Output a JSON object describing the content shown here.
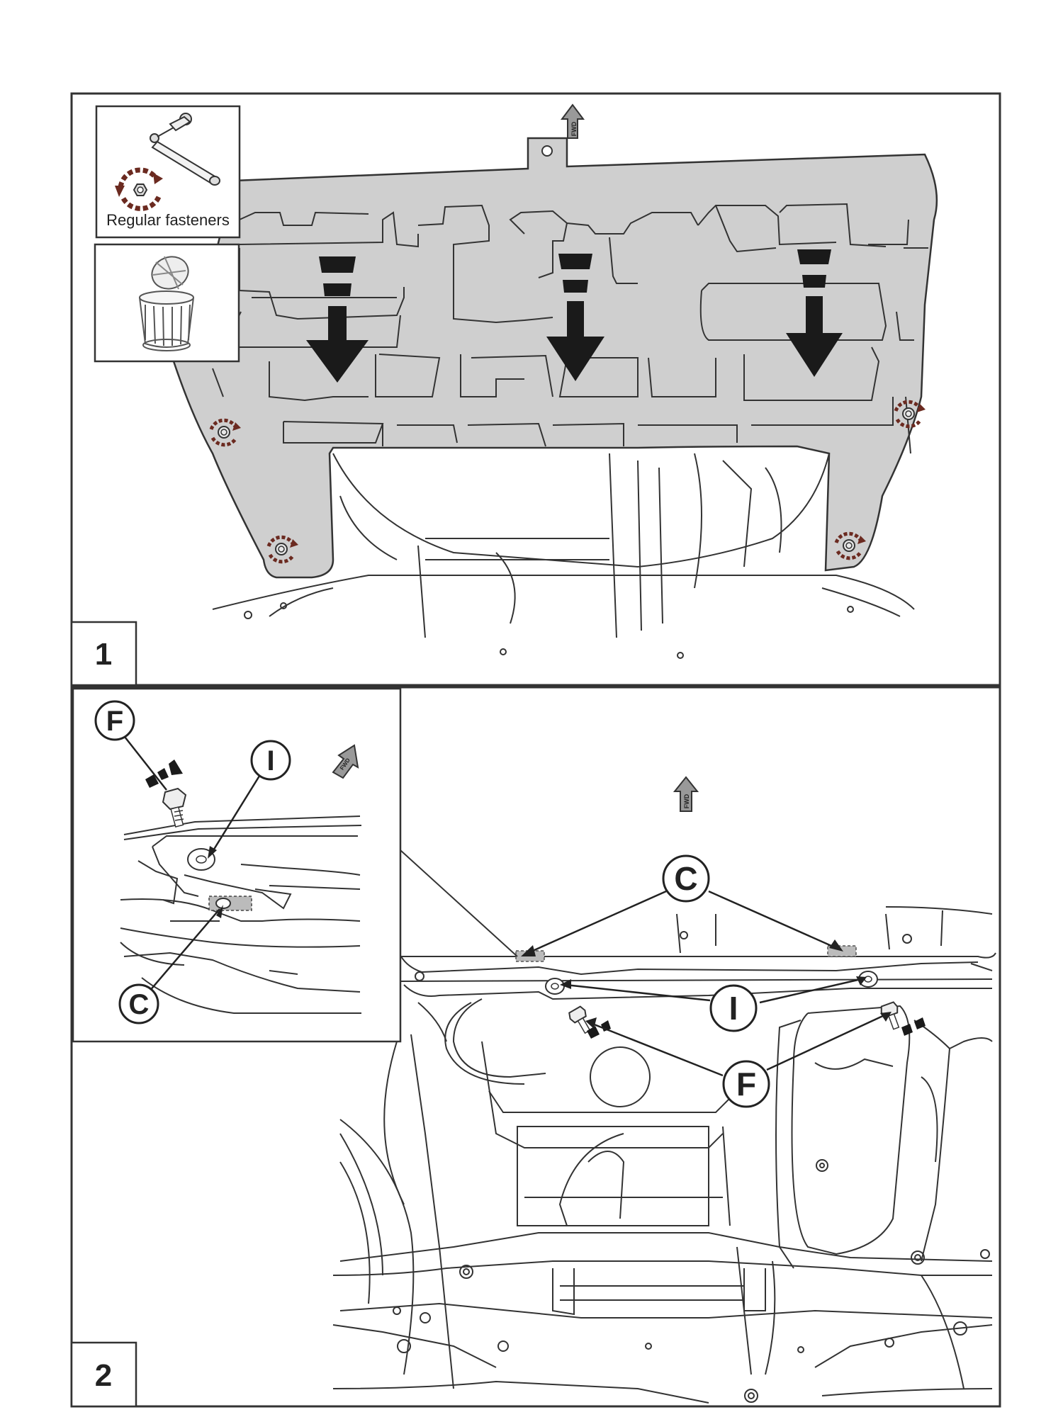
{
  "inset_fastener": {
    "caption": "Regular fasteners"
  },
  "panel1": {
    "step": "1",
    "fwd": "FWD"
  },
  "panel2": {
    "step": "2",
    "fwd": "FWD",
    "callout_f": "F",
    "callout_i": "I",
    "callout_c": "C"
  },
  "colors": {
    "panel_fill": "#cfcfcf",
    "line": "#333333",
    "arrow": "#1a1a1a",
    "rotate_marker": "#6b2a20",
    "fastener_dash": "#888888"
  }
}
